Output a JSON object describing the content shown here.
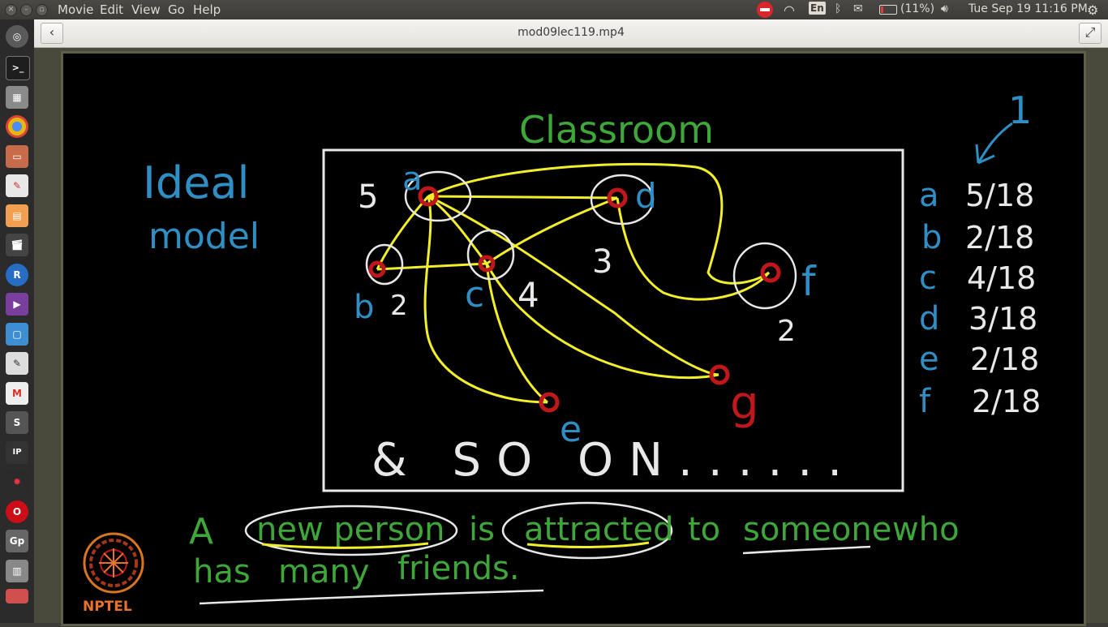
{
  "menubar": {
    "items": [
      "Movie",
      "Edit",
      "View",
      "Go",
      "Help"
    ],
    "keyboard": "En",
    "battery": "(11%)",
    "clock": "Tue Sep 19 11:16 PM"
  },
  "header": {
    "title": "mod09lec119.mp4"
  },
  "board": {
    "title": "Classroom",
    "ideal_line1": "Ideal",
    "ideal_line2": "model",
    "top_one": "1",
    "nodes": [
      {
        "label": "a",
        "count": "5"
      },
      {
        "label": "b",
        "count": "2"
      },
      {
        "label": "c",
        "count": "4"
      },
      {
        "label": "d",
        "count": "3"
      },
      {
        "label": "e",
        "count": ""
      },
      {
        "label": "f",
        "count": "2"
      },
      {
        "label": "g",
        "count": ""
      }
    ],
    "probabilities": [
      {
        "letter": "a",
        "value": "5/18"
      },
      {
        "letter": "b",
        "value": "2/18"
      },
      {
        "letter": "c",
        "value": "4/18"
      },
      {
        "letter": "d",
        "value": "3/18"
      },
      {
        "letter": "e",
        "value": "2/18"
      },
      {
        "letter": "f",
        "value": "2/18"
      }
    ],
    "so_on": "& SO ON......",
    "line1": {
      "w1": "A",
      "w2": "new person",
      "w3": "is",
      "w4": "attracted",
      "w5": "to",
      "w6": "someone",
      "w7": "who"
    },
    "line2": {
      "w1": "has",
      "w2": "many",
      "w3": "friends."
    },
    "logo_text": "NPTEL"
  },
  "colors": {
    "yellow": "#f2ee2a",
    "green": "#3fa63a",
    "blue": "#2f8ec4",
    "red": "#c0171b",
    "white": "#e8e8e8"
  }
}
